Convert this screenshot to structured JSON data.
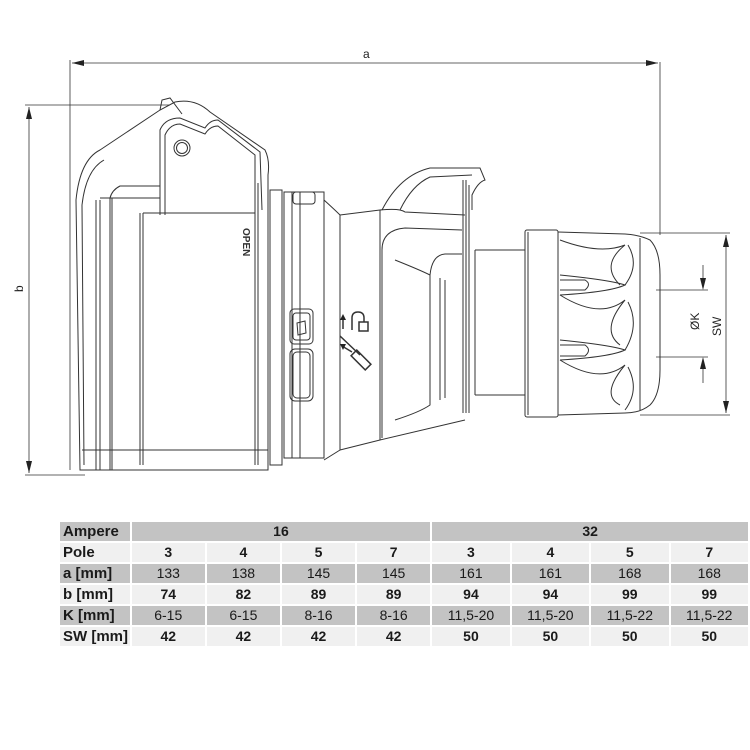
{
  "drawing": {
    "title": "CEE coupler socket dimension drawing",
    "dimension_labels": {
      "overall_length": "a",
      "height": "b",
      "cable_diameter": "ØK",
      "wrench_size": "SW"
    },
    "lid_label": "OPEN",
    "icons": [
      "unlock-padlock-icon",
      "screwdriver-icon",
      "arrow-up-icon",
      "arrow-in-icon"
    ]
  },
  "table": {
    "header_label": "Ampere",
    "groups": [
      {
        "ampere": "16",
        "span": 4
      },
      {
        "ampere": "32",
        "span": 4
      }
    ],
    "rows": [
      {
        "label": "Pole",
        "style": "light bold",
        "values": [
          "3",
          "4",
          "5",
          "7",
          "3",
          "4",
          "5",
          "7"
        ]
      },
      {
        "label": "a [mm]",
        "style": "dark",
        "values": [
          "133",
          "138",
          "145",
          "145",
          "161",
          "161",
          "168",
          "168"
        ]
      },
      {
        "label": "b [mm]",
        "style": "light bold",
        "values": [
          "74",
          "82",
          "89",
          "89",
          "94",
          "94",
          "99",
          "99"
        ]
      },
      {
        "label": "K [mm]",
        "style": "dark",
        "values": [
          "6-15",
          "6-15",
          "8-16",
          "8-16",
          "11,5-20",
          "11,5-20",
          "11,5-22",
          "11,5-22"
        ]
      },
      {
        "label": "SW [mm]",
        "style": "light bold",
        "values": [
          "42",
          "42",
          "42",
          "42",
          "50",
          "50",
          "50",
          "50"
        ]
      }
    ]
  },
  "colors": {
    "line": "#333333",
    "table_dark": "#c3c3c3",
    "table_light": "#f0f0f0"
  }
}
